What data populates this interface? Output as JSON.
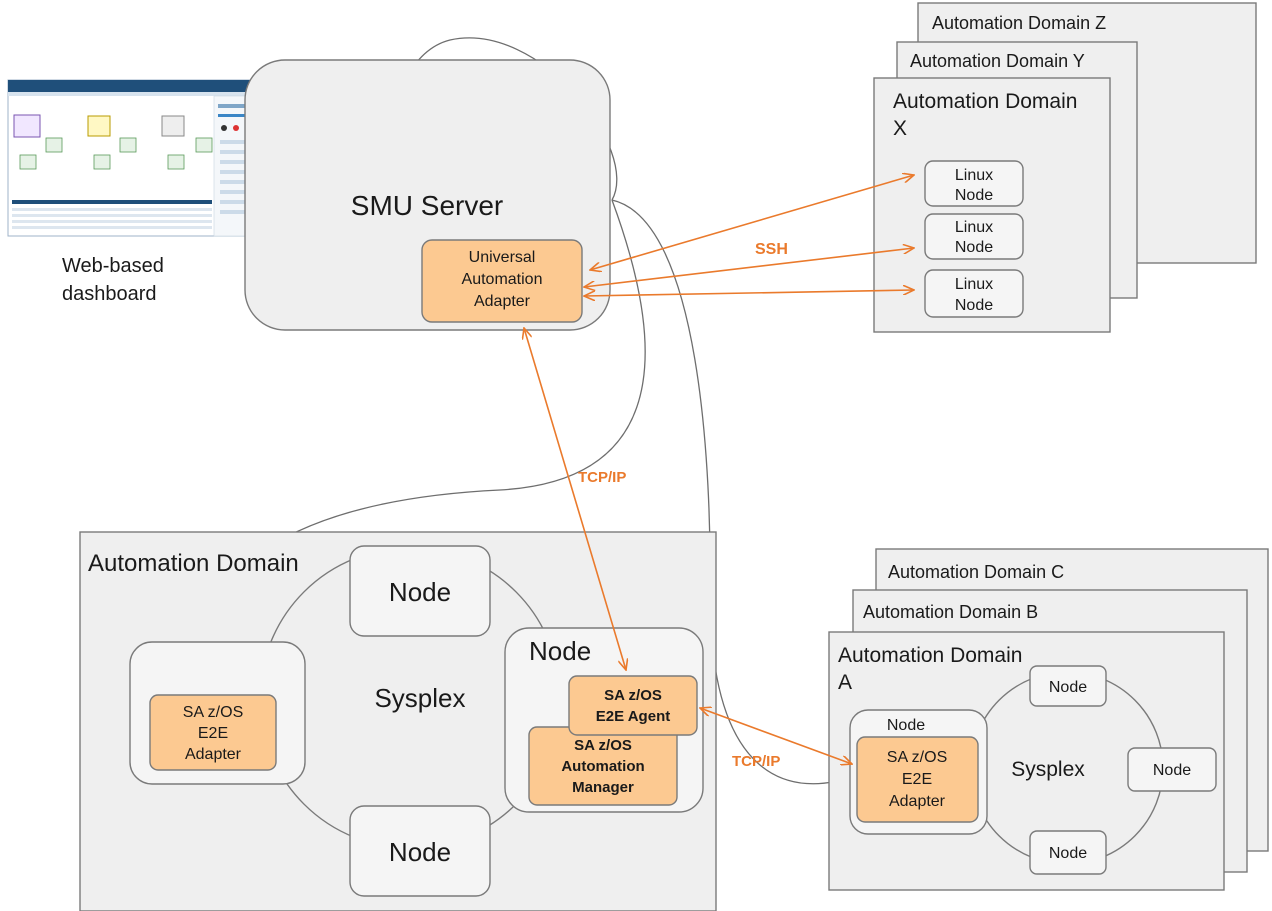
{
  "dashboard": {
    "caption": "Web-based dashboard"
  },
  "smu": {
    "title": "SMU Server",
    "adapter": "Universal Automation Adapter"
  },
  "linux_domains": {
    "stack": [
      "Automation Domain Z",
      "Automation Domain Y"
    ],
    "front_title": "Automation Domain X",
    "node_label": "Linux Node",
    "protocol": "SSH"
  },
  "main_domain": {
    "title": "Automation Domain",
    "sysplex": "Sysplex",
    "node_label": "Node",
    "adapter": "SA z/OS E2E Adapter",
    "agent": "SA z/OS E2E Agent",
    "manager": "SA z/OS Automation Manager"
  },
  "zos_domains": {
    "stack": [
      "Automation Domain C",
      "Automation Domain B"
    ],
    "front_title": "Automation Domain A",
    "sysplex": "Sysplex",
    "node_label": "Node",
    "adapter": "SA z/OS E2E Adapter"
  },
  "links": {
    "tcpip_label": "TCP/IP",
    "tcpip_label_2": "TCP/IP"
  },
  "colors": {
    "component_fill": "#fcc991",
    "connection": "#ea7a2c",
    "domain_fill": "#efefef"
  }
}
